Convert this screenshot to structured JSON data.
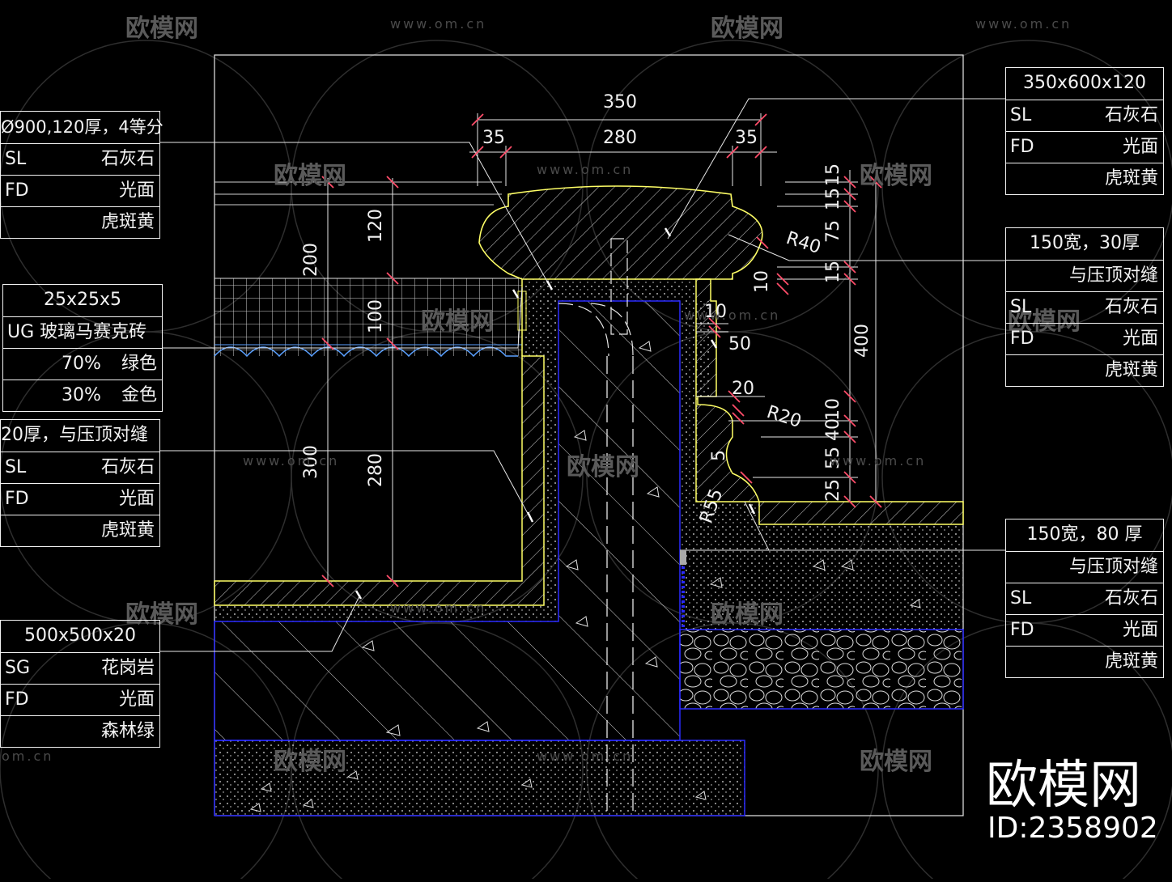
{
  "dimensions": {
    "d350": "350",
    "d280": "280",
    "d35a": "35",
    "d35b": "35",
    "d120": "120",
    "d200": "200",
    "d100": "100",
    "d300": "300",
    "d280v": "280",
    "d15a": "15",
    "d15b": "15",
    "d75": "75",
    "d15c": "15",
    "r40": "R40",
    "d10a": "10",
    "d10b": "10",
    "d50": "50",
    "d20": "20",
    "r20": "R20",
    "d10": "10",
    "d40": "40",
    "d55": "55",
    "d25": "25",
    "d5": "5",
    "r55": "R55",
    "d400": "400"
  },
  "tags": {
    "coping_left": {
      "title": "Ø900,120厚，4等分",
      "r1l": "SL",
      "r1r": "石灰石",
      "r2l": "FD",
      "r2r": "光面",
      "r3r": "虎斑黄"
    },
    "mosaic": {
      "title": "25x25x5",
      "r1": "UG 玻璃马赛克砖",
      "r2l": "70%",
      "r2r": "绿色",
      "r3l": "30%",
      "r3r": "金色"
    },
    "wall_left": {
      "title": "20厚，与压顶对缝",
      "r1l": "SL",
      "r1r": "石灰石",
      "r2l": "FD",
      "r2r": "光面",
      "r3r": "虎斑黄"
    },
    "granite": {
      "title": "500x500x20",
      "r1l": "SG",
      "r1r": "花岗岩",
      "r2l": "FD",
      "r2r": "光面",
      "r3r": "森林绿"
    },
    "coping_right": {
      "title": "350x600x120",
      "r1l": "SL",
      "r1r": "石灰石",
      "r2l": "FD",
      "r2r": "光面",
      "r3r": "虎斑黄"
    },
    "band_30": {
      "title": "150宽，30厚",
      "r1": "与压顶对缝",
      "r2l": "SL",
      "r2r": "石灰石",
      "r3l": "FD",
      "r3r": "光面",
      "r4r": "虎斑黄"
    },
    "band_80": {
      "title": "150宽，80 厚",
      "r1": "与压顶对缝",
      "r2l": "SL",
      "r2r": "石灰石",
      "r3l": "FD",
      "r3r": "光面",
      "r4r": "虎斑黄"
    }
  },
  "watermark": {
    "logo": "欧模网",
    "url": "www.om.cn",
    "url_short": "om.cn"
  },
  "brand": {
    "name": "欧模网",
    "id": "ID:2358902"
  },
  "colors": {
    "background": "#000000",
    "outline": "#ffff66",
    "water": "#5aa0ff",
    "structure": "#2a2aff",
    "tick": "#ff4d6a",
    "text": "#f2f2f2"
  }
}
